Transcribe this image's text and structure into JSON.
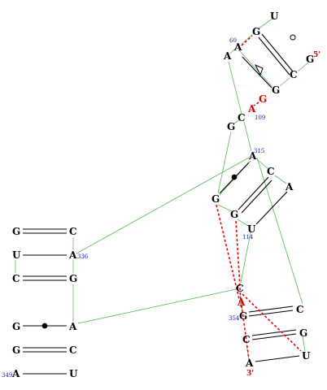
{
  "nucleotides": {
    "u_top": "U",
    "g_top": "G",
    "a60": "A",
    "a_left": "A",
    "c_right": "C",
    "g5": "G",
    "g_lower": "G",
    "g_red": "G",
    "a_red": "A",
    "c_mid": "C",
    "g_mid": "G",
    "a315": "A",
    "c_315": "C",
    "a_far": "A",
    "g_left2": "G",
    "g_114": "G",
    "u114": "U",
    "l_g1": "G",
    "l_c1": "C",
    "l_u": "U",
    "l_a336": "A",
    "l_c2": "C",
    "l_g2": "G",
    "l_g3": "G",
    "l_a3": "A",
    "l_g4": "G",
    "l_c4": "C",
    "l_a349": "A",
    "l_u349": "U",
    "r_c_top": "C",
    "r_a_red": "A",
    "r_g354": "G",
    "r_c354": "C",
    "r_c3": "C",
    "r_g3": "G",
    "r_a3p": "A",
    "r_u3p": "U"
  },
  "numbers": {
    "n60": "60",
    "n109": "109",
    "n315": "315",
    "n114": "114",
    "n336": "336",
    "n349": "349",
    "n354": "354"
  },
  "ends": {
    "five": "5'",
    "three": "3'"
  },
  "colors": {
    "backbone": "#55bb55",
    "pair": "#000000",
    "tertiary": "#ee0000",
    "number": "#1a1aaa",
    "highlight": "#dd0000"
  }
}
